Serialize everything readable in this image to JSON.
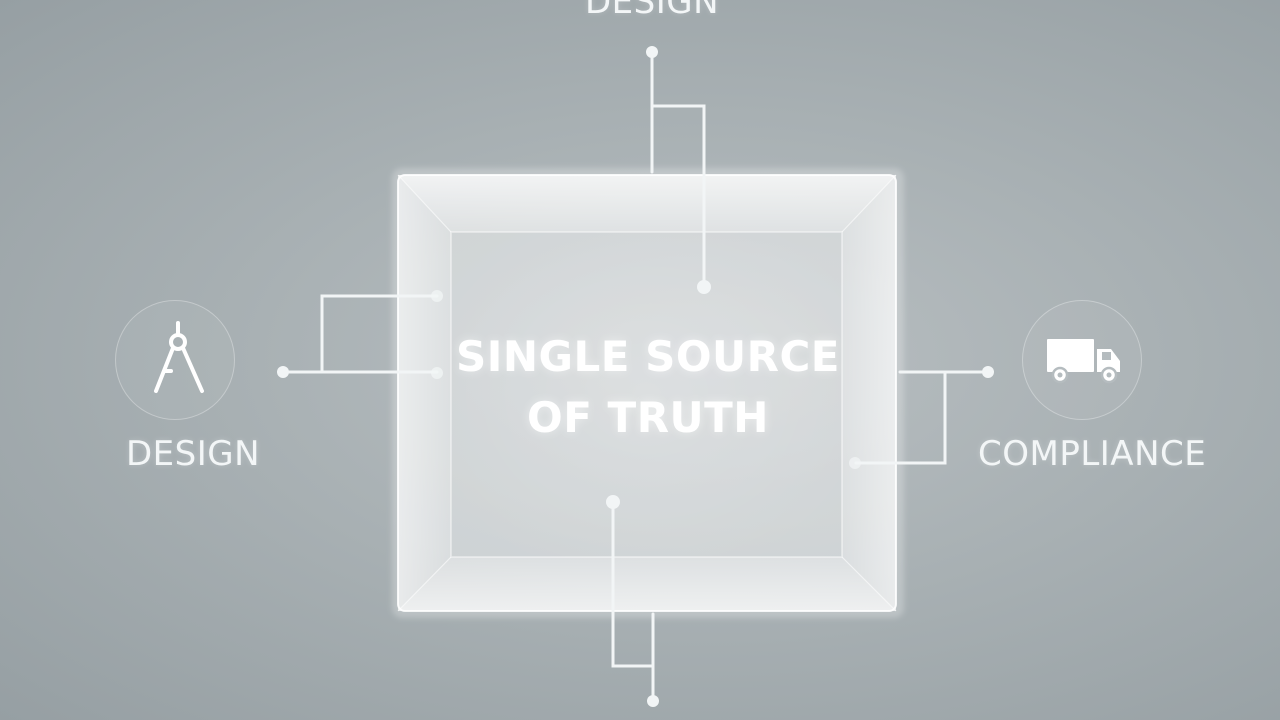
{
  "center": {
    "title_line1": "SINGLE SOURCE",
    "title_line2": "OF TRUTH"
  },
  "nodes": {
    "top": {
      "label": "DESIGN"
    },
    "left": {
      "label": "DESIGN",
      "icon": "drafting-compass-icon"
    },
    "right": {
      "label": "COMPLIANCE",
      "icon": "delivery-truck-icon"
    }
  },
  "colors": {
    "background": "#a9b1b4",
    "line": "#f2f5f6",
    "text": "#ffffff"
  }
}
